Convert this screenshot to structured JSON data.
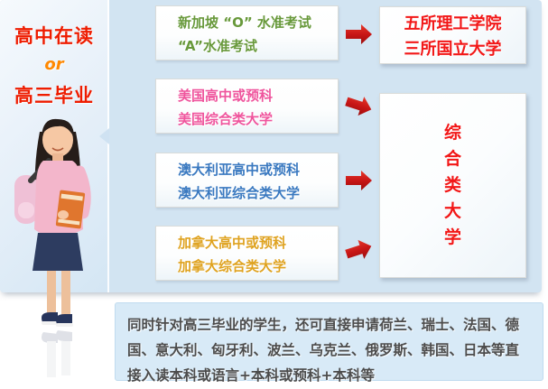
{
  "palette": {
    "panel_bg": "#d2e4f2",
    "left_panel_bg": "#e7f0f9",
    "box_border": "#d9dbd9",
    "arrow_red": "#c41414",
    "title_red": "#ee1c00",
    "or_orange": "#ff8800",
    "singapore_green": "#68993b",
    "usa_pink": "#ef559d",
    "australia_blue": "#3a79c0",
    "canada_gold": "#dfa321",
    "destination_red": "#f21717",
    "note_bg": "#d8eaf7",
    "note_text": "#4c4c4c"
  },
  "left_panel": {
    "title_top": "高中在读",
    "title_connector": "or",
    "title_bottom": "高三毕业"
  },
  "pathways": [
    {
      "line1": "新加坡 “O” 水准考试",
      "line2": "“A”水准考试",
      "color": "#68993b"
    },
    {
      "line1": "美国高中或预科",
      "line2": "美国综合类大学",
      "color": "#ef559d"
    },
    {
      "line1": "澳大利亚高中或预科",
      "line2": "澳大利亚综合类大学",
      "color": "#3a79c0"
    },
    {
      "line1": "加拿大高中或预科",
      "line2": "加拿大综合类大学",
      "color": "#dfa321"
    }
  ],
  "destinations": [
    {
      "line1": "五所理工学院",
      "line2": "三所国立大学",
      "color": "#f21717"
    },
    {
      "chars": [
        "综",
        "合",
        "类",
        "大",
        "学"
      ],
      "color": "#f21717"
    }
  ],
  "note": {
    "text": "同时针对高三毕业的学生，还可直接申请荷兰、瑞士、法国、德国、意大利、匈牙利、波兰、乌克兰、俄罗斯、韩国、日本等直接入读本科或语言+本科或预科+本科等"
  }
}
